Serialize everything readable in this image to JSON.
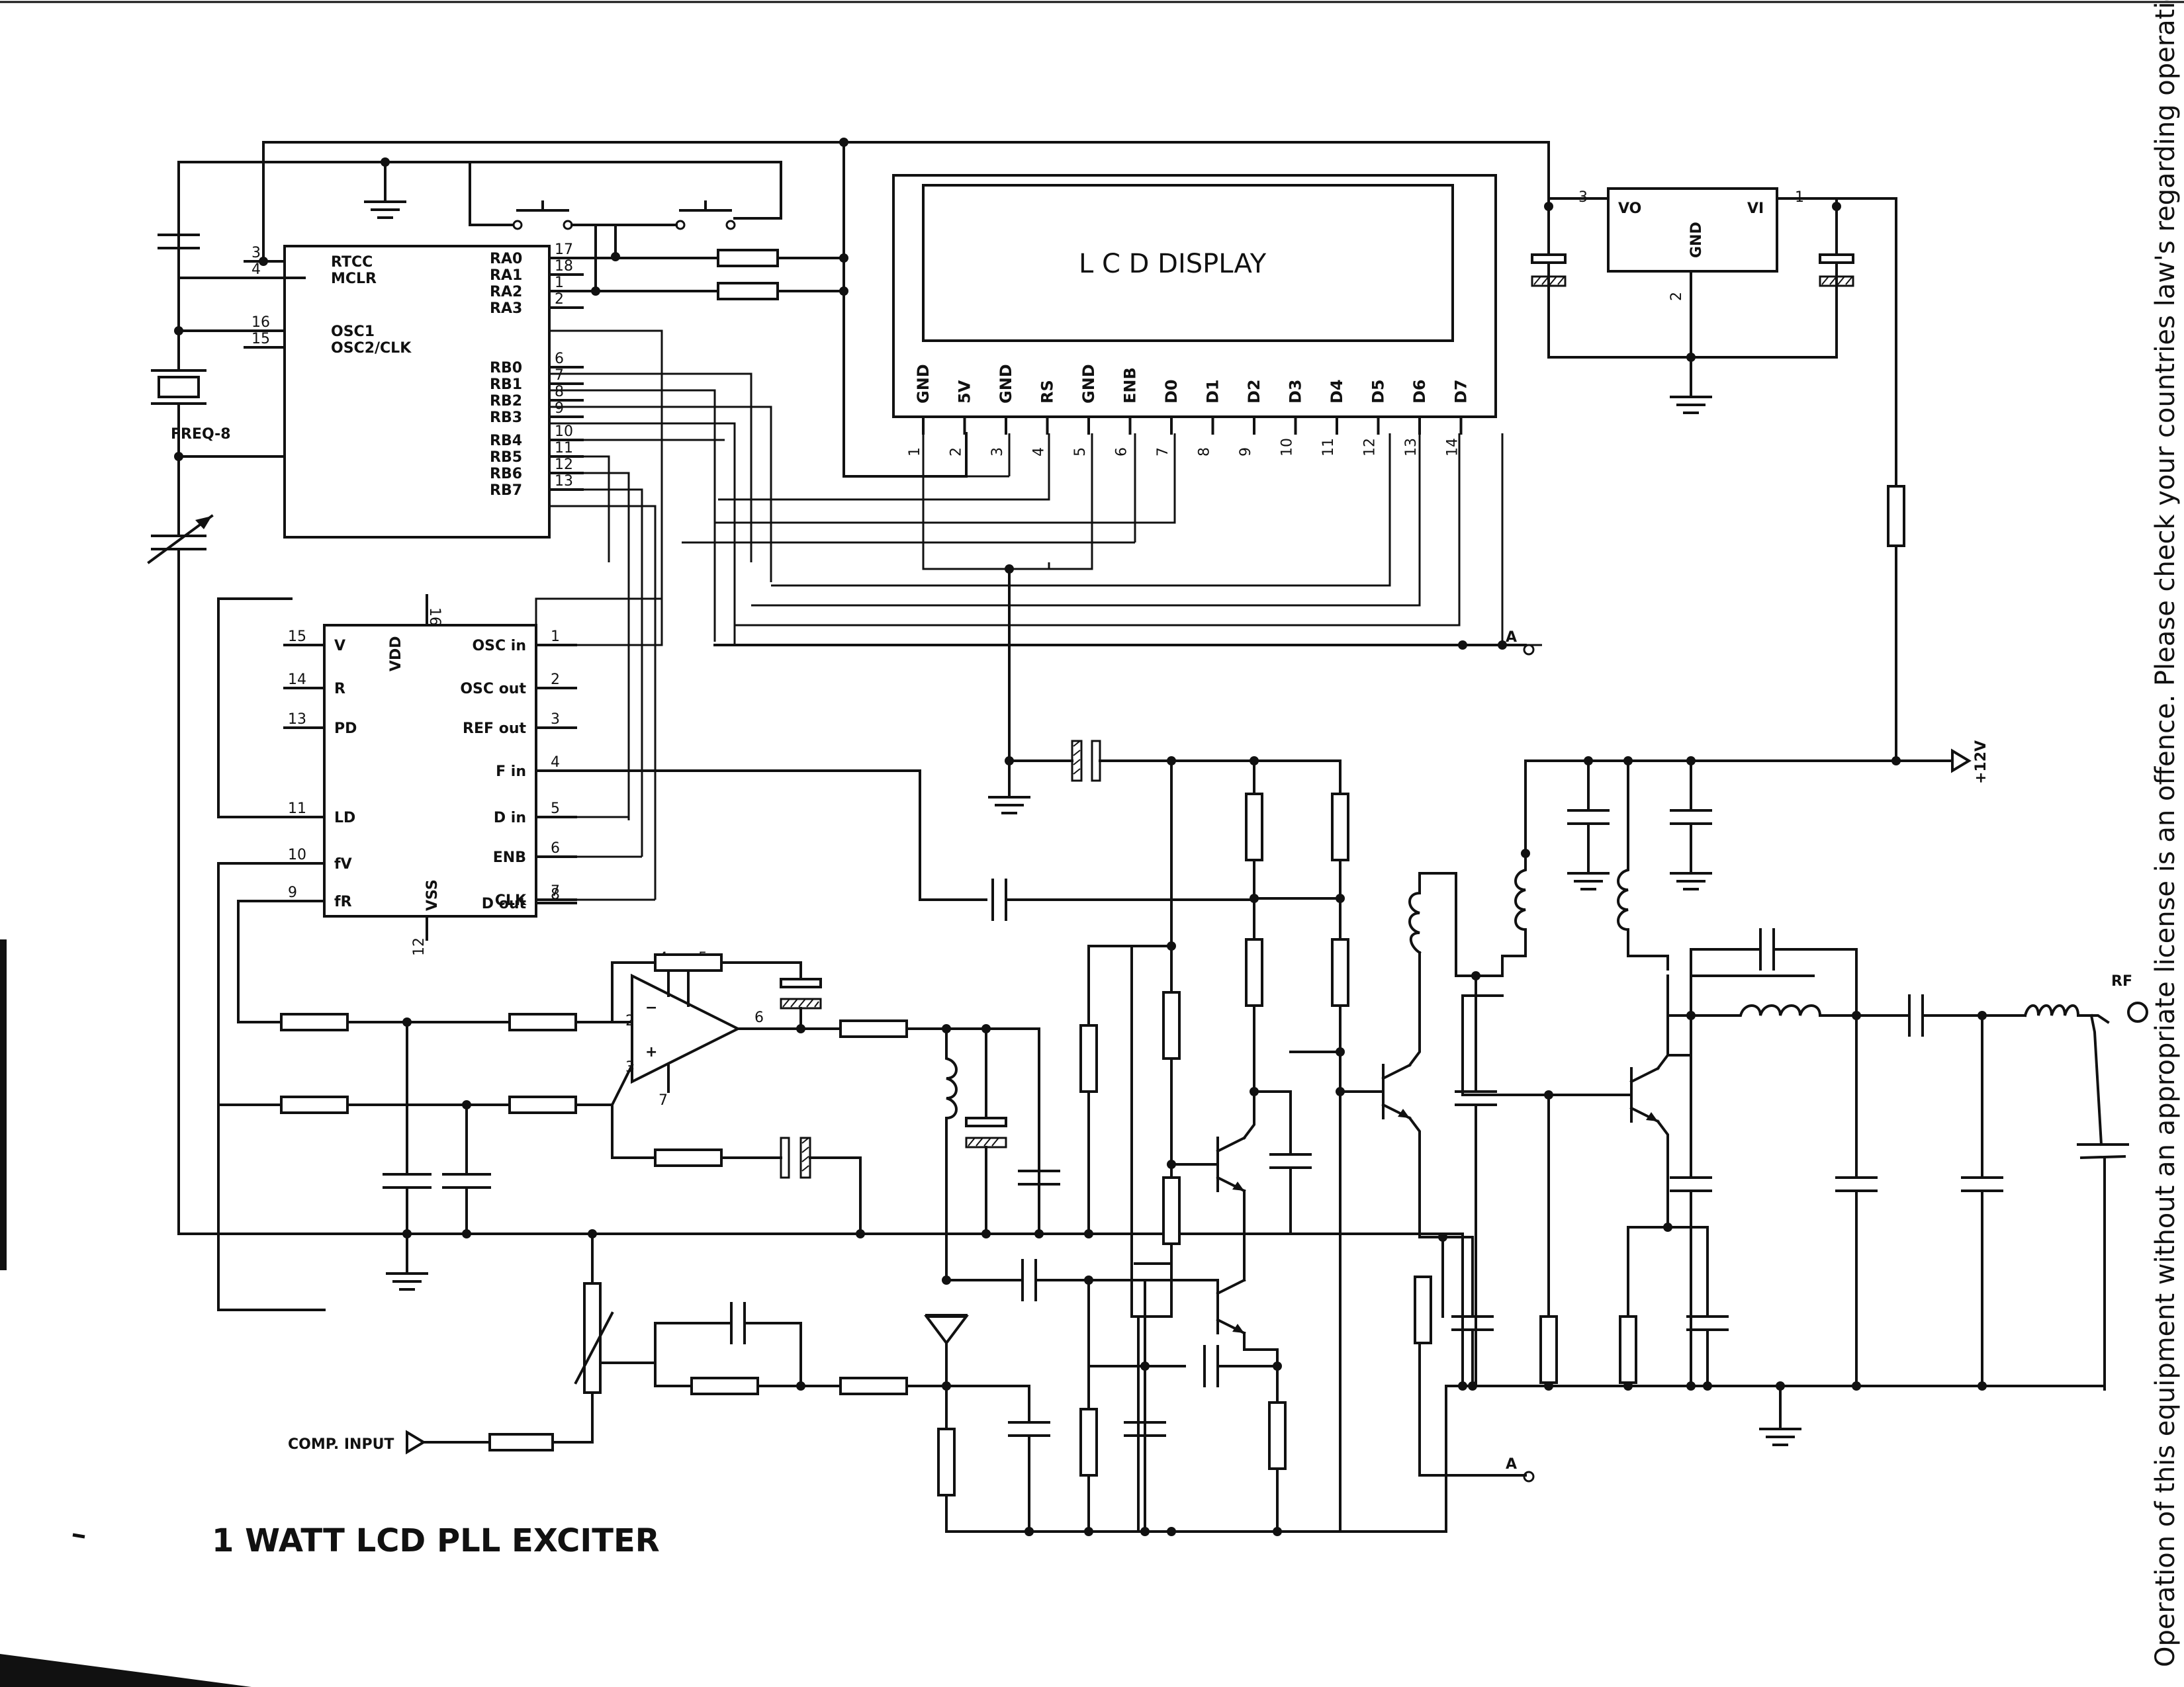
{
  "title": "1 WATT LCD PLL EXCITER",
  "side_note": "Operation of this equipment without an appropriate license is an offence. Please check your countries law's regarding operation of",
  "lcd": {
    "label": "L C D DISPLAY",
    "pin_labels": [
      "GND",
      "5V",
      "GND",
      "RS",
      "GND",
      "ENB",
      "D0",
      "D1",
      "D2",
      "D3",
      "D4",
      "D5",
      "D6",
      "D7"
    ],
    "pin_numbers": [
      "1",
      "2",
      "3",
      "4",
      "5",
      "6",
      "7",
      "8",
      "9",
      "10",
      "11",
      "12",
      "13",
      "14"
    ]
  },
  "mcu": {
    "left_pins": [
      {
        "num": "3",
        "name": "RTCC"
      },
      {
        "num": "4",
        "name": "MCLR"
      },
      {
        "num": "16",
        "name": "OSC1"
      },
      {
        "num": "15",
        "name": "OSC2/CLK"
      }
    ],
    "right_pins": [
      {
        "num": "17",
        "name": "RA0"
      },
      {
        "num": "18",
        "name": "RA1"
      },
      {
        "num": "1",
        "name": "RA2"
      },
      {
        "num": "2",
        "name": "RA3"
      },
      {
        "num": "6",
        "name": "RB0"
      },
      {
        "num": "7",
        "name": "RB1"
      },
      {
        "num": "8",
        "name": "RB2"
      },
      {
        "num": "9",
        "name": "RB3"
      },
      {
        "num": "10",
        "name": "RB4"
      },
      {
        "num": "11",
        "name": "RB5"
      },
      {
        "num": "12",
        "name": "RB6"
      },
      {
        "num": "13",
        "name": "RB7"
      }
    ]
  },
  "pll": {
    "left_pins": [
      {
        "num": "15",
        "name": "V"
      },
      {
        "num": "14",
        "name": "R"
      },
      {
        "num": "13",
        "name": "PD"
      },
      {
        "num": "11",
        "name": "LD"
      },
      {
        "num": "10",
        "name": "fV"
      },
      {
        "num": "9",
        "name": "fR"
      }
    ],
    "right_pins": [
      {
        "num": "1",
        "name": "OSC in"
      },
      {
        "num": "2",
        "name": "OSC out"
      },
      {
        "num": "3",
        "name": "REF out"
      },
      {
        "num": "4",
        "name": "F in"
      },
      {
        "num": "5",
        "name": "D in"
      },
      {
        "num": "6",
        "name": "ENB"
      },
      {
        "num": "7",
        "name": "CLK"
      },
      {
        "num": "8",
        "name": "D out"
      }
    ],
    "vdd": {
      "num": "16",
      "name": "VDD"
    },
    "vss": {
      "num": "12",
      "name": "VSS"
    }
  },
  "regulator": {
    "vo": "VO",
    "vi": "VI",
    "gnd": "GND",
    "pin_vo": "3",
    "pin_vi": "1",
    "pin_gnd": "2"
  },
  "opamp": {
    "pin_inv": "2",
    "pin_noninv": "3",
    "pin_out": "6",
    "pin_top_a": "4",
    "pin_top_b": "5",
    "pin_bottom": "7"
  },
  "labels": {
    "freq": "FREQ-8",
    "comp_input": "COMP. INPUT",
    "supply": "+12V",
    "node_a": "A",
    "rf": "RF"
  }
}
